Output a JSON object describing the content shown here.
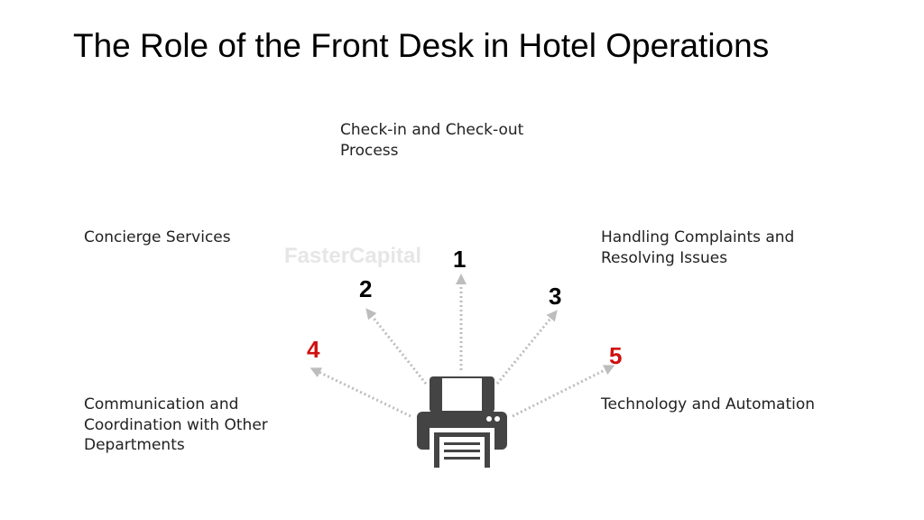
{
  "title": "The Role of the Front Desk in Hotel Operations",
  "watermark": "FasterCapital",
  "colors": {
    "arrow": "#bdbdbd",
    "printer": "#444444",
    "highlight": "#d01010"
  },
  "items": [
    {
      "num": "1",
      "label": "Check-in and Check-out Process"
    },
    {
      "num": "2",
      "label": "Concierge Services"
    },
    {
      "num": "3",
      "label": "Handling Complaints and Resolving Issues"
    },
    {
      "num": "4",
      "label": "Communication and Coordination with Other Departments"
    },
    {
      "num": "5",
      "label": "Technology and Automation"
    }
  ]
}
